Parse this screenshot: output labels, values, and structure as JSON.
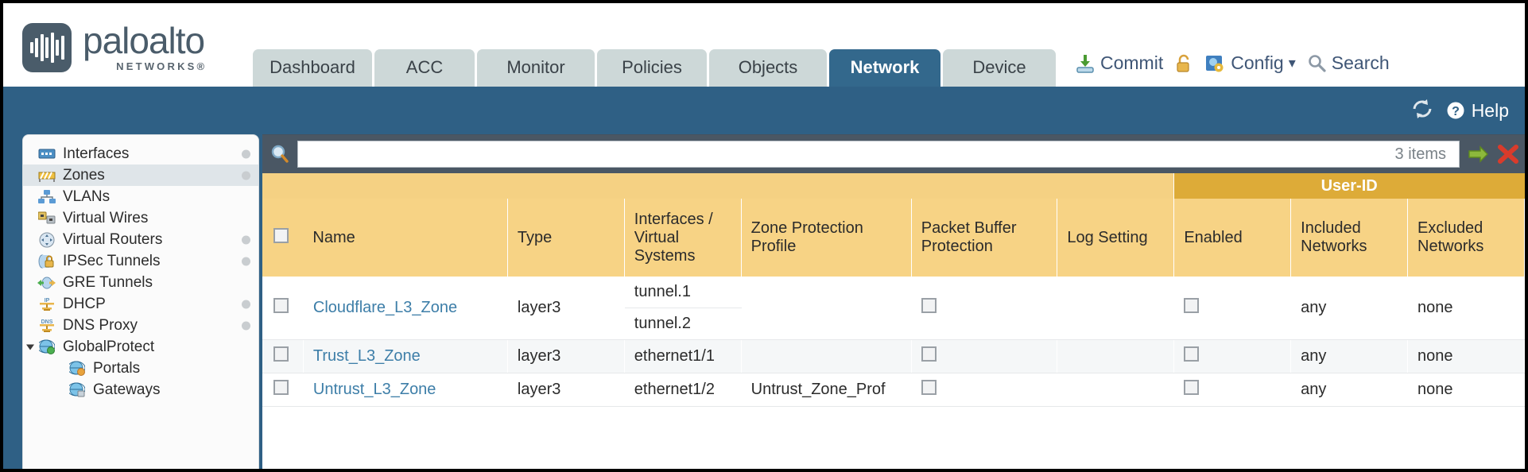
{
  "brand": {
    "name": "paloalto",
    "sub": "NETWORKS",
    "reg": "®"
  },
  "nav": {
    "tabs": [
      {
        "label": "Dashboard",
        "active": false
      },
      {
        "label": "ACC",
        "active": false
      },
      {
        "label": "Monitor",
        "active": false
      },
      {
        "label": "Policies",
        "active": false
      },
      {
        "label": "Objects",
        "active": false
      },
      {
        "label": "Network",
        "active": true
      },
      {
        "label": "Device",
        "active": false
      }
    ]
  },
  "header_actions": {
    "commit": "Commit",
    "config": "Config",
    "search": "Search",
    "lock_icon": "lock-icon",
    "commit_icon": "commit-save-icon",
    "config_icon": "config-wrench-icon",
    "search_icon": "search-magnifier-icon",
    "caret": "▾"
  },
  "blueband": {
    "help": "Help",
    "help_icon": "help-question-icon",
    "refresh_icon": "refresh-icon"
  },
  "sidebar": {
    "items": [
      {
        "label": "Interfaces",
        "icon": "interfaces-icon",
        "dot": true,
        "selected": false,
        "child": false
      },
      {
        "label": "Zones",
        "icon": "zones-icon",
        "dot": true,
        "selected": true,
        "child": false
      },
      {
        "label": "VLANs",
        "icon": "vlans-icon",
        "dot": false,
        "selected": false,
        "child": false
      },
      {
        "label": "Virtual Wires",
        "icon": "virtual-wires-icon",
        "dot": false,
        "selected": false,
        "child": false
      },
      {
        "label": "Virtual Routers",
        "icon": "virtual-routers-icon",
        "dot": true,
        "selected": false,
        "child": false
      },
      {
        "label": "IPSec Tunnels",
        "icon": "ipsec-tunnels-icon",
        "dot": true,
        "selected": false,
        "child": false
      },
      {
        "label": "GRE Tunnels",
        "icon": "gre-tunnels-icon",
        "dot": false,
        "selected": false,
        "child": false
      },
      {
        "label": "DHCP",
        "icon": "dhcp-icon",
        "dot": true,
        "selected": false,
        "child": false
      },
      {
        "label": "DNS Proxy",
        "icon": "dns-proxy-icon",
        "dot": true,
        "selected": false,
        "child": false
      },
      {
        "label": "GlobalProtect",
        "icon": "globalprotect-icon",
        "dot": false,
        "selected": false,
        "child": false,
        "expanded": true
      },
      {
        "label": "Portals",
        "icon": "portals-icon",
        "dot": false,
        "selected": false,
        "child": true
      },
      {
        "label": "Gateways",
        "icon": "gateways-icon",
        "dot": false,
        "selected": false,
        "child": true
      }
    ]
  },
  "search": {
    "value": "",
    "placeholder": "",
    "item_count": "3 items",
    "apply_icon": "apply-filter-arrow-icon",
    "clear_icon": "clear-filter-x-icon",
    "magnifier_icon": "search-magnifier-icon"
  },
  "table": {
    "group_header": {
      "user_id": "User-ID"
    },
    "columns": [
      "Name",
      "Type",
      "Interfaces / Virtual Systems",
      "Zone Protection Profile",
      "Packet Buffer Protection",
      "Log Setting",
      "Enabled",
      "Included Networks",
      "Excluded Networks"
    ],
    "rows": [
      {
        "name": "Cloudflare_L3_Zone",
        "type": "layer3",
        "interfaces": [
          "tunnel.1",
          "tunnel.2"
        ],
        "zone_protection_profile": "",
        "packet_buffer_protection": false,
        "log_setting": "",
        "user_id_enabled": false,
        "included_networks": "any",
        "excluded_networks": "none"
      },
      {
        "name": "Trust_L3_Zone",
        "type": "layer3",
        "interfaces": [
          "ethernet1/1"
        ],
        "zone_protection_profile": "",
        "packet_buffer_protection": false,
        "log_setting": "",
        "user_id_enabled": false,
        "included_networks": "any",
        "excluded_networks": "none"
      },
      {
        "name": "Untrust_L3_Zone",
        "type": "layer3",
        "interfaces": [
          "ethernet1/2"
        ],
        "zone_protection_profile": "Untrust_Zone_Prof",
        "packet_buffer_protection": false,
        "log_setting": "",
        "user_id_enabled": false,
        "included_networks": "any",
        "excluded_networks": "none"
      }
    ]
  },
  "colors": {
    "brand_blue": "#2f6085",
    "tab_active": "#33688c",
    "tab_inactive": "#cdd8d8",
    "table_header": "#f7d385",
    "user_id_group": "#ddab38",
    "link": "#3d7ea8",
    "search_bar": "#4a5764"
  }
}
